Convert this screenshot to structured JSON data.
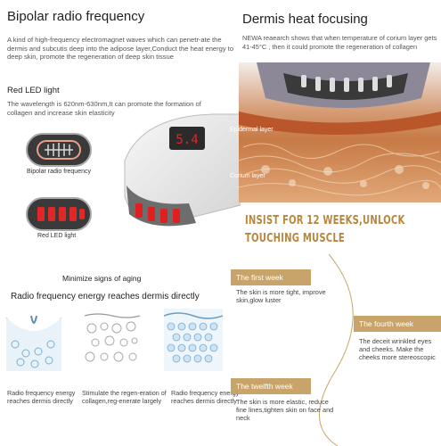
{
  "bipolar": {
    "title": "Bipolar radio frequency",
    "description": "A kind of high-frequency electromagnet waves which can penetr-ate the dermis and subcutis deep into the adipose layer,Conduct the heat energy to deep skin, promote the regeneration of deep skin tissue"
  },
  "red_led": {
    "title": "Red LED light",
    "description": "The wavelength is 620nm-630nm,It can promote the formation of collagen and increase skin elasticity"
  },
  "heads": {
    "bipolar_caption": "Bipolar radio frequency",
    "red_led_caption": "Red LED light"
  },
  "device": {
    "display_digits": "5.4"
  },
  "dermis": {
    "title": "Dermis heat focusing",
    "description": "NEWA reaearch shows that when temperature of corium layer gets 41-45°C , then it could promote the regeneration of collagen",
    "epidermal_label": "Epidermal layer",
    "corium_label": "Corium layer"
  },
  "insist": {
    "line1": "INSIST FOR 12 WEEKS,UNLOCK",
    "line2": "TOUCHING MUSCLE"
  },
  "aging": {
    "heading": "Minimize signs of aging",
    "subheading": "Radio frequency energy reaches dermis directly",
    "caption1": "Radio frequency energy reaches dermis directly",
    "caption2": "Stimulate the regen-eration of collagen,reg-enerate largely",
    "caption3": "Radio frequency energy reaches dermis directly"
  },
  "timeline": {
    "first_week": {
      "label": "The first week",
      "text": "The skin is more tight, improve skin,glow luster"
    },
    "fourth_week": {
      "label": "The fourth week",
      "text": "The deceit wrinkled eyes and cheeks. Make the cheeks more stereoscopic"
    },
    "twelfth_week": {
      "label": "The twelfth week",
      "text": "The skin is more elastic, reduce fine lines,tighten skin on face and neck"
    },
    "accent_color": "#c9a46a"
  }
}
